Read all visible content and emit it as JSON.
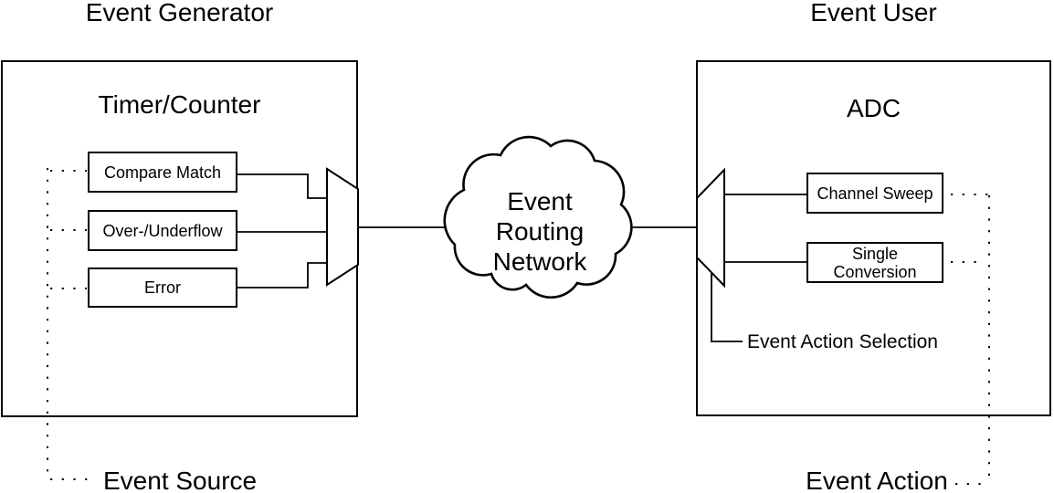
{
  "canvas": {
    "background_color": "#ffffff",
    "line_color": "#000000",
    "text_color": "#000000"
  },
  "headers": {
    "event_generator": "Event Generator",
    "event_user": "Event User"
  },
  "event_generator_block": {
    "title": "Timer/Counter",
    "event_sources": [
      "Compare Match",
      "Over-/Underflow",
      "Error"
    ]
  },
  "event_routing_network": {
    "label_lines": [
      "Event",
      "Routing",
      "Network"
    ]
  },
  "event_user_block": {
    "title": "ADC",
    "event_actions": [
      "Channel Sweep",
      "Single\nConversion"
    ],
    "selection_label": "Event Action Selection"
  },
  "legend": {
    "event_source": "Event Source",
    "event_action": "Event Action"
  }
}
